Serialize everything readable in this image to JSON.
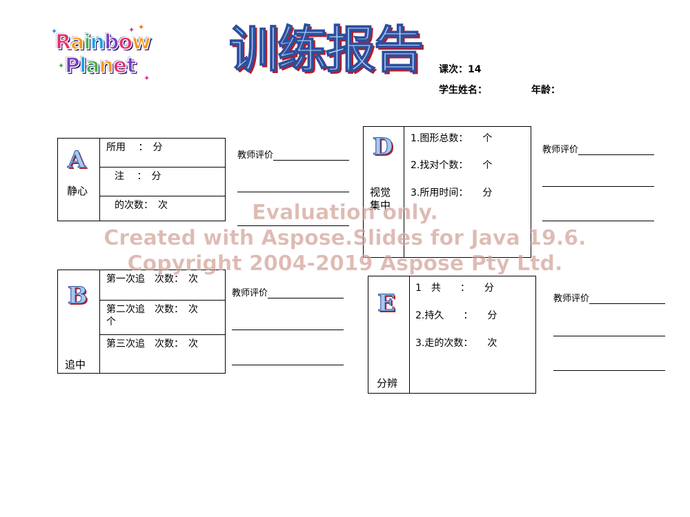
{
  "header": {
    "logo_line1": "Rainbow",
    "logo_line2": "Planet",
    "title": "训练报告",
    "lesson_label": "课次：14",
    "name_label": "学生姓名：",
    "age_label": "年龄："
  },
  "eval_label": "教师评价",
  "modules": {
    "A": {
      "letter": "A",
      "name": "静心",
      "rows": [
        "所用　 ：　分",
        "注　 ：　分",
        "的次数：　次"
      ]
    },
    "B": {
      "letter": "B",
      "name": "追中",
      "rows": [
        "第一次追　次数：　次",
        "第二次追　次数：　次\n个",
        "第三次追　次数：　次"
      ]
    },
    "D": {
      "letter": "D",
      "name": "视觉集中",
      "rows": [
        "1.图形总数：　　个",
        "2.找对个数：　　个",
        "3.所用时间：　　分"
      ]
    },
    "E": {
      "letter": "E",
      "name": "分辨",
      "rows": [
        "1　共　　：　　分",
        "2.持久　　：　　分",
        "3.走的次数：　　次"
      ]
    }
  },
  "watermark": {
    "line1": "Evaluation only.",
    "line2": "Created with Aspose.Slides for Java 19.6.",
    "line3": "Copyright 2004-2019 Aspose Pty Ltd."
  },
  "colors": {
    "title_fill": "#a6c8f0",
    "title_outline": "#2d4f9e",
    "title_shadow": "#b31d2a"
  }
}
